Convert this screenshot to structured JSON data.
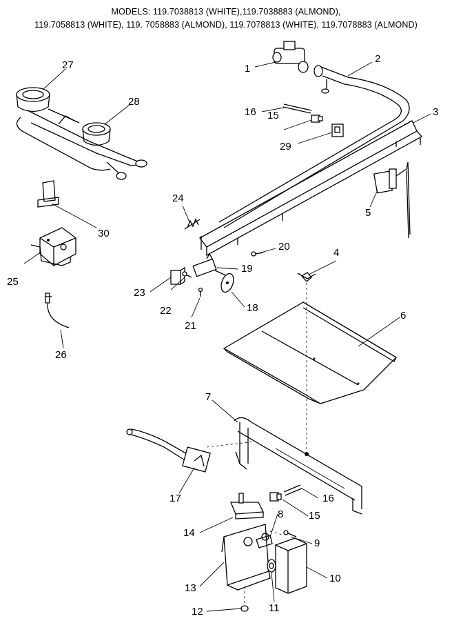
{
  "header": {
    "line1": "MODELS:  119.7038813 (WHITE),119.7038883 (ALMOND),",
    "line2": "119.7058813 (WHITE), 119. 7058883 (ALMOND), 119.7078813 (WHITE), 119.7078883 (ALMOND)"
  },
  "callouts": {
    "p1": "1",
    "p2": "2",
    "p3": "3",
    "p4": "4",
    "p5": "5",
    "p6": "6",
    "p7": "7",
    "p8": "8",
    "p9": "9",
    "p10": "10",
    "p11": "11",
    "p12": "12",
    "p13": "13",
    "p14": "14",
    "p15a": "15",
    "p15b": "15",
    "p16a": "16",
    "p16b": "16",
    "p17": "17",
    "p18": "18",
    "p19": "19",
    "p20": "20",
    "p21": "21",
    "p22": "22",
    "p23": "23",
    "p24": "24",
    "p25": "25",
    "p26": "26",
    "p27": "27",
    "p28": "28",
    "p29": "29",
    "p30": "30"
  }
}
